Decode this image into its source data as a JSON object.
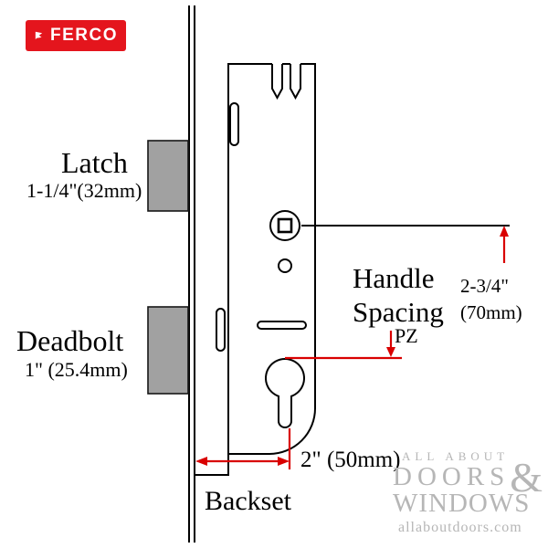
{
  "logo": {
    "brand": "FERCO"
  },
  "diagram": {
    "labels": {
      "latch": {
        "title": "Latch",
        "dimension": "1-1/4\"(32mm)"
      },
      "deadbolt": {
        "title": "Deadbolt",
        "dimension": "1\" (25.4mm)"
      },
      "handle_spacing": {
        "line1": "Handle",
        "line2": "Spacing",
        "value_line1": "2-3/4\"",
        "value_line2": "(70mm)"
      },
      "pz": "PZ",
      "backset": {
        "value": "2\" (50mm)",
        "title": "Backset"
      }
    }
  },
  "watermark": {
    "line1": "ALL ABOUT",
    "line2": "DOORS",
    "ampersand": "&",
    "line3": "WINDOWS",
    "url": "allaboutdoors.com"
  },
  "colors": {
    "logo_red": "#e4151d",
    "dimension_red": "#d90000",
    "line_black": "#000000",
    "bolt_grey": "#a1a1a1",
    "watermark_grey": "#b6b6b6"
  }
}
